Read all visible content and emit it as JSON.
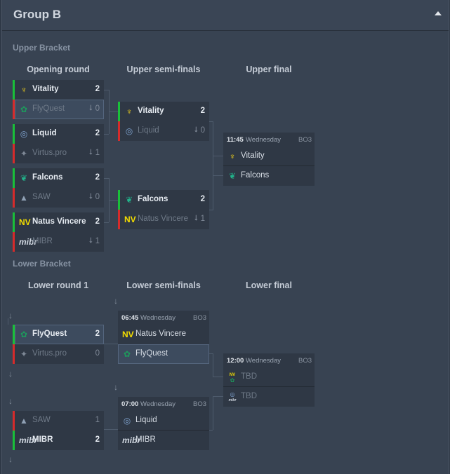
{
  "group": {
    "title": "Group B"
  },
  "upper": {
    "section": "Upper Bracket",
    "rounds": [
      "Opening round",
      "Upper semi-finals",
      "Upper final"
    ],
    "m1": {
      "a": {
        "name": "Vitality",
        "score": "2"
      },
      "b": {
        "name": "FlyQuest",
        "score": "0"
      }
    },
    "m2": {
      "a": {
        "name": "Liquid",
        "score": "2"
      },
      "b": {
        "name": "Virtus.pro",
        "score": "1"
      }
    },
    "m3": {
      "a": {
        "name": "Falcons",
        "score": "2"
      },
      "b": {
        "name": "SAW",
        "score": "0"
      }
    },
    "m4": {
      "a": {
        "name": "Natus Vincere",
        "score": "2"
      },
      "b": {
        "name": "MIBR",
        "score": "1"
      }
    },
    "s1": {
      "a": {
        "name": "Vitality",
        "score": "2"
      },
      "b": {
        "name": "Liquid",
        "score": "0"
      }
    },
    "s2": {
      "a": {
        "name": "Falcons",
        "score": "2"
      },
      "b": {
        "name": "Natus Vincere",
        "score": "1"
      }
    },
    "final": {
      "time": "11:45",
      "day": "Wednesday",
      "format": "BO3",
      "a": "Vitality",
      "b": "Falcons"
    }
  },
  "lower": {
    "section": "Lower Bracket",
    "rounds": [
      "Lower round 1",
      "Lower semi-finals",
      "Lower final"
    ],
    "r1a": {
      "a": {
        "name": "FlyQuest",
        "score": "2"
      },
      "b": {
        "name": "Virtus.pro",
        "score": "0"
      }
    },
    "r1b": {
      "a": {
        "name": "SAW",
        "score": "1"
      },
      "b": {
        "name": "MIBR",
        "score": "2"
      }
    },
    "s1": {
      "time": "06:45",
      "day": "Wednesday",
      "format": "BO3",
      "a": "Natus Vincere",
      "b": "FlyQuest"
    },
    "s2": {
      "time": "07:00",
      "day": "Wednesday",
      "format": "BO3",
      "a": "Liquid",
      "b": "MIBR"
    },
    "final": {
      "time": "12:00",
      "day": "Wednesday",
      "format": "BO3",
      "a": "TBD",
      "b": "TBD"
    }
  },
  "icons": {
    "vitality": "vitality-logo-icon",
    "flyquest": "flyquest-logo-icon",
    "liquid": "liquid-logo-icon",
    "virtuspro": "virtuspro-logo-icon",
    "falcons": "falcons-logo-icon",
    "saw": "saw-logo-icon",
    "navi": "navi-logo-icon",
    "mibr": "mibr-logo-icon",
    "arrow": "down-arrow-icon",
    "collapse": "collapse-caret-icon"
  },
  "colors": {
    "win": "#19c039",
    "loss": "#d62b2b",
    "panel": "#384352",
    "highlight": "#3d4b5e"
  }
}
